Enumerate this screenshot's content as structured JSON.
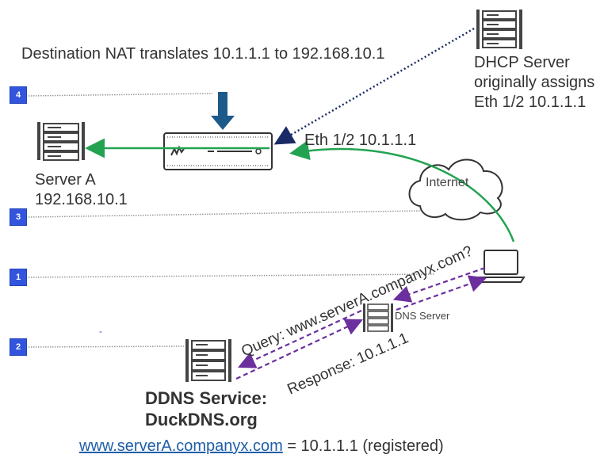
{
  "title": "Destination NAT translates 10.1.1.1 to 192.168.10.1",
  "dhcp": {
    "line1": "DHCP Server",
    "line2": "originally assigns",
    "line3": "Eth 1/2 10.1.1.1"
  },
  "firewall_interface": "Eth 1/2 10.1.1.1",
  "server_a": {
    "name": "Server A",
    "ip": "192.168.10.1"
  },
  "cloud_label": "Internet",
  "query_label": "Query: www.serverA.companyx.com?",
  "response_label": "Response: 10.1.1.1",
  "dns_server_label": "DNS Server",
  "ddns": {
    "line1": "DDNS Service:",
    "line2": "DuckDNS.org"
  },
  "footer": {
    "link": "www.serverA.companyx.com",
    "rest": " = 10.1.1.1 (registered)"
  },
  "steps": [
    "4",
    "3",
    "1",
    "2"
  ],
  "stray_mark": "-",
  "colors": {
    "green_arrow": "#22a352",
    "purple_dashed": "#6b2f9e",
    "navy_dotted": "#1a2a66",
    "step_badge": "#3355dd",
    "down_arrow": "#1c5a8a"
  }
}
